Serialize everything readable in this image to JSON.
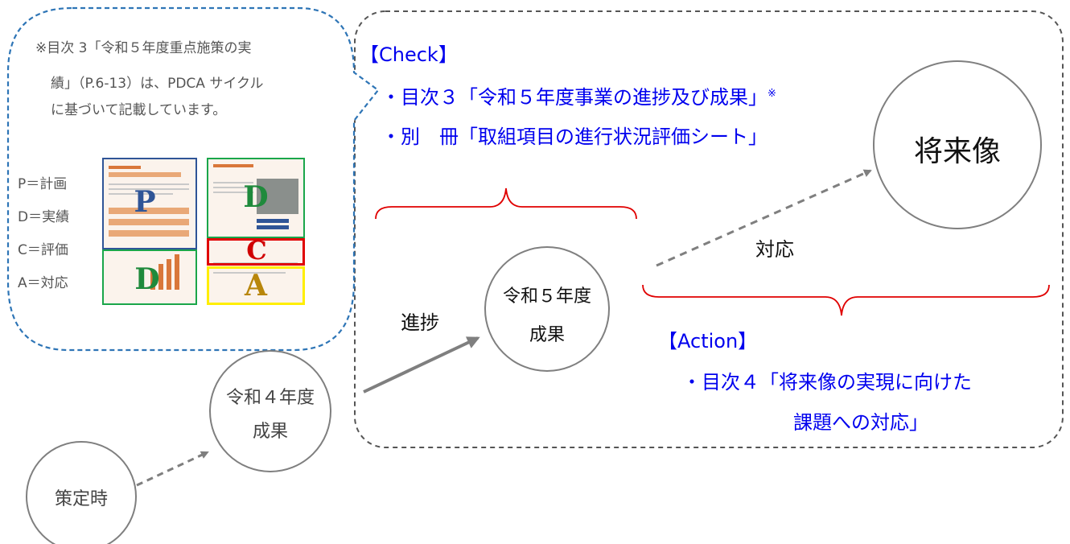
{
  "note": {
    "line1": "※目次 3「令和５年度重点施策の実",
    "line2": "績」（P.6-13）は、PDCA サイクル",
    "line3": "に基づいて記載しています。"
  },
  "pdca": {
    "p": "P＝計画",
    "d": "D＝実績",
    "c": "C＝評価",
    "a": "A＝対応"
  },
  "thumbnail_letters": {
    "p": "P",
    "d_left": "D",
    "d_right": "D",
    "c": "C",
    "a": "A"
  },
  "check": {
    "header": "【Check】",
    "item1": "・目次３「令和５年度事業の進捗及び成果」",
    "item1_mark": "※",
    "item2": "・別　冊「取組項目の進行状況評価シート」"
  },
  "action": {
    "header": "【Action】",
    "line1": "・目次４「将来像の実現に向けた",
    "line2": "課題への対応」"
  },
  "labels": {
    "progress": "進捗",
    "response": "対応"
  },
  "circles": {
    "initial": "策定時",
    "r4_line1": "令和４年度",
    "r4_line2": "成果",
    "r5_line1": "令和５年度",
    "r5_line2": "成果",
    "future": "将来像"
  },
  "colors": {
    "check_text": "#0000ee",
    "callout_border": "#2e75b6",
    "brace": "#e00000",
    "frame_p": "#2f5597",
    "frame_d": "#1aa64a",
    "frame_c": "#e00000",
    "frame_a": "#ffee00"
  }
}
